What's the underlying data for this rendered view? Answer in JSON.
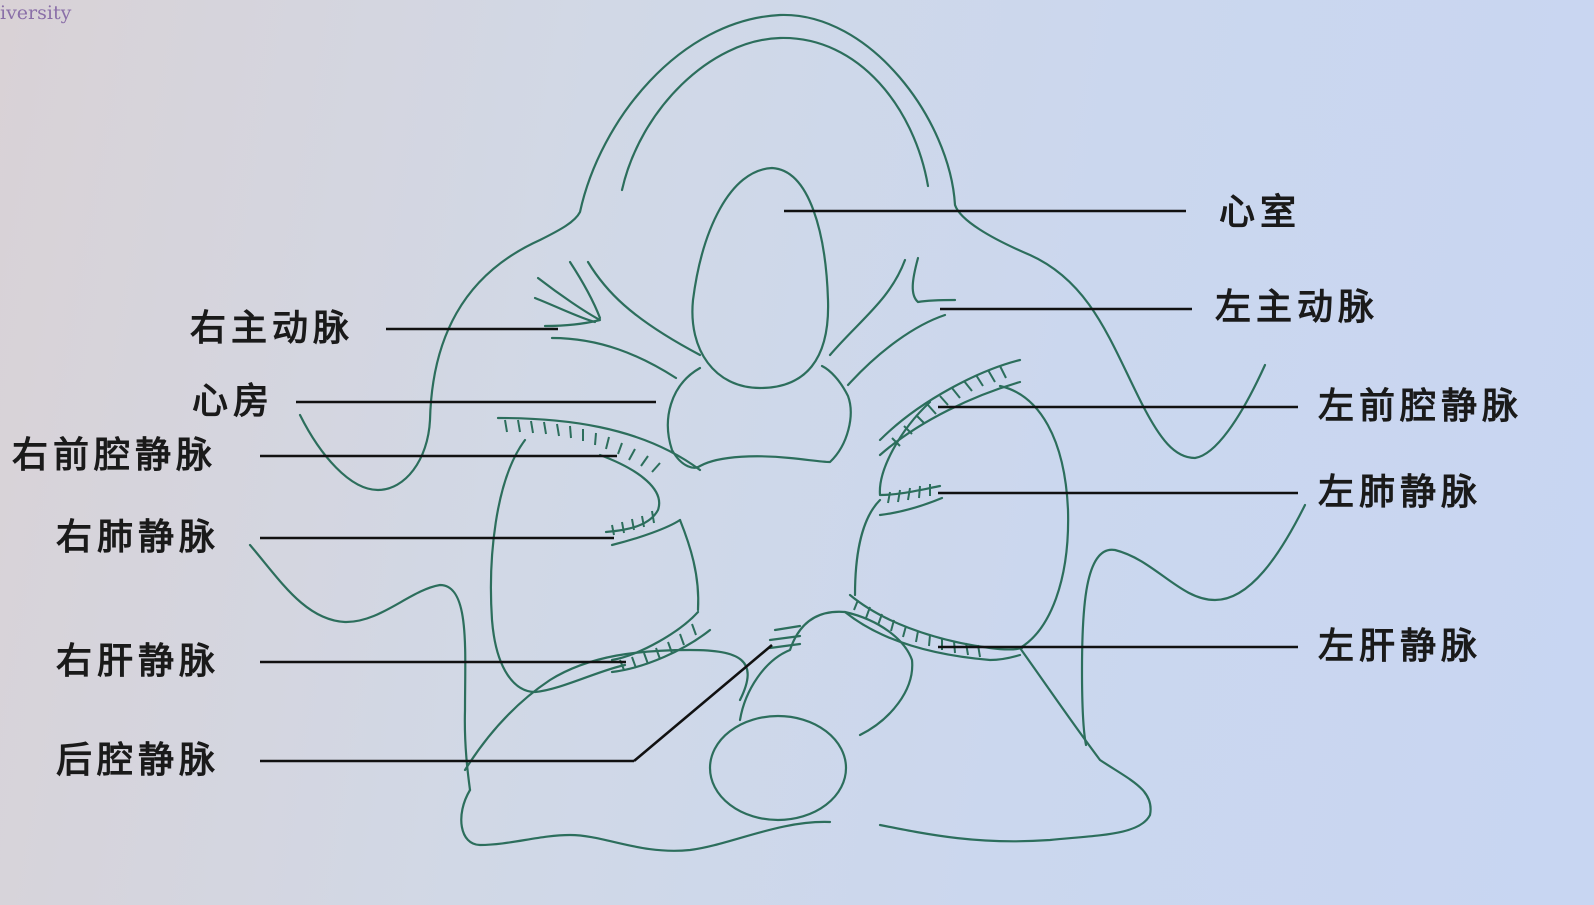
{
  "watermark": "iversity",
  "labels": {
    "ventricle": "心室",
    "left_aorta": "左主动脉",
    "right_aorta": "右主动脉",
    "atrium": "心房",
    "left_anterior_vena_cava": "左前腔静脉",
    "right_anterior_vena_cava": "右前腔静脉",
    "left_pulmonary_vein": "左肺静脉",
    "right_pulmonary_vein": "右肺静脉",
    "left_hepatic_vein": "左肝静脉",
    "right_hepatic_vein": "右肝静脉",
    "posterior_vena_cava": "后腔静脉"
  },
  "colors": {
    "outline": "#2c6e5c",
    "leader": "#111111",
    "label": "#1a1a1a",
    "watermark": "#8a6fa8"
  }
}
